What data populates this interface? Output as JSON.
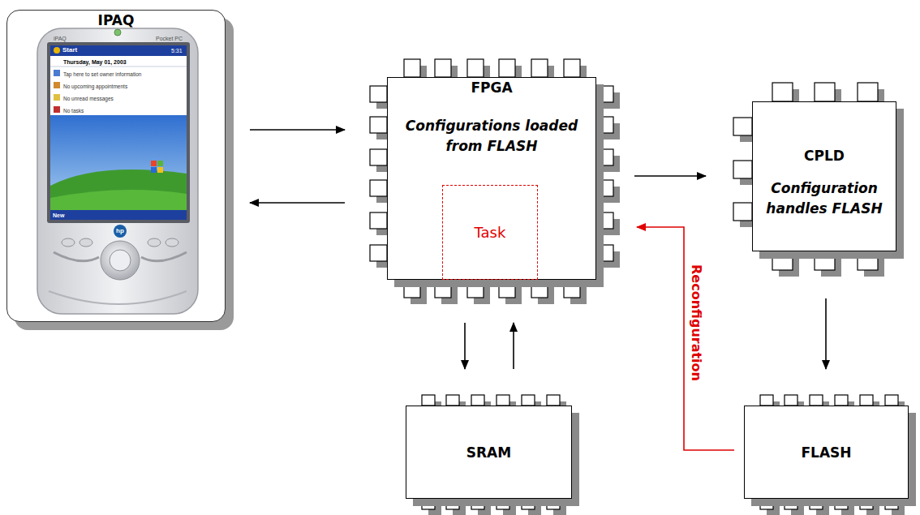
{
  "diagram": {
    "nodes": [
      {
        "text": [
          "IPAQ"
        ]
      },
      {
        "text": [
          "FPGA",
          "Configurations loaded from FLASH"
        ]
      },
      {
        "text": [
          "Task"
        ],
        "in": 1
      },
      {
        "text": [
          "CPLD",
          "Configuration handles FLASH"
        ]
      },
      {
        "text": [
          "SRAM"
        ]
      },
      {
        "text": [
          "FLASH"
        ]
      }
    ],
    "edges": [
      {
        "from": 0,
        "to": 1,
        "arrow": "to"
      },
      {
        "from": 1,
        "to": 0,
        "arrow": "to"
      },
      {
        "from": 1,
        "to": 3,
        "arrow": "to"
      },
      {
        "from": 3,
        "to": 5,
        "arrow": "to"
      },
      {
        "from": 1,
        "to": 4,
        "arrow": "to"
      },
      {
        "from": 4,
        "to": 1,
        "arrow": "to"
      },
      {
        "from": 5,
        "to": 1,
        "arrow": "to",
        "label": "Reconfiguration"
      }
    ],
    "labels": [
      "iPAQ",
      "Pocket PC",
      "Start",
      "5:31",
      "Thursday, May 01, 2003",
      "Tap here to set owner information",
      "No upcoming appointments",
      "No unread messages",
      "No tasks",
      "New",
      "hp"
    ]
  }
}
